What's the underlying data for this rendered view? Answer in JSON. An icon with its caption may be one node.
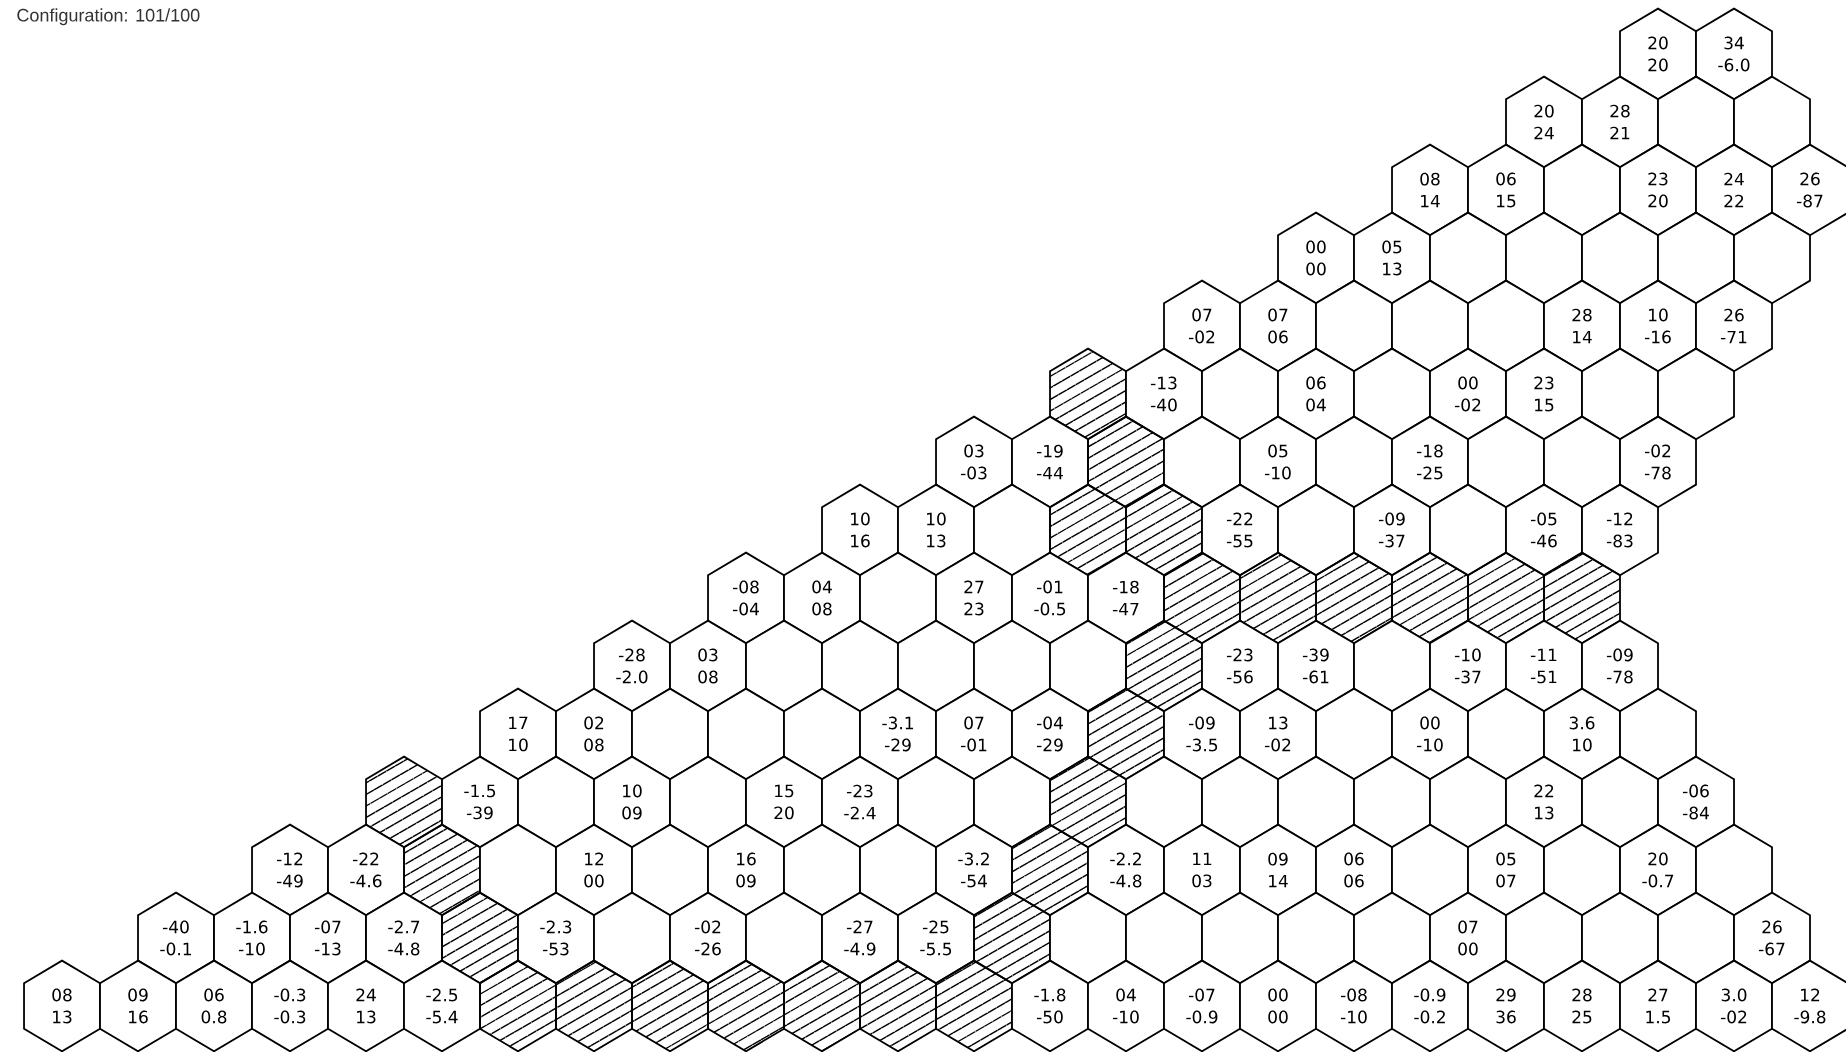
{
  "diagram": {
    "title": "Configuration: 101/100",
    "nodes": [
      {
        "text": [
          "20",
          "20"
        ]
      },
      {
        "text": [
          "34",
          "-6.0"
        ]
      },
      {
        "text": [
          "20",
          "24"
        ]
      },
      {
        "text": [
          "28",
          "21"
        ]
      },
      {
        "text": [],
        "shape": "hexagon"
      },
      {
        "text": [],
        "shape": "hexagon"
      },
      {
        "text": [
          "08",
          "14"
        ]
      },
      {
        "text": [
          "06",
          "15"
        ]
      },
      {
        "text": [],
        "shape": "hexagon"
      },
      {
        "text": [
          "23",
          "20"
        ]
      },
      {
        "text": [
          "24",
          "22"
        ]
      },
      {
        "text": [
          "26",
          "-87"
        ]
      },
      {
        "text": [
          "00",
          "00"
        ]
      },
      {
        "text": [
          "05",
          "13"
        ]
      },
      {
        "text": [],
        "shape": "hexagon"
      },
      {
        "text": [],
        "shape": "hexagon"
      },
      {
        "text": [],
        "shape": "hexagon"
      },
      {
        "text": [],
        "shape": "hexagon"
      },
      {
        "text": [],
        "shape": "hexagon"
      },
      {
        "text": [
          "07",
          "-02"
        ]
      },
      {
        "text": [
          "07",
          "06"
        ]
      },
      {
        "text": [],
        "shape": "hexagon"
      },
      {
        "text": [],
        "shape": "hexagon"
      },
      {
        "text": [],
        "shape": "hexagon"
      },
      {
        "text": [
          "28",
          "14"
        ]
      },
      {
        "text": [
          "10",
          "-16"
        ]
      },
      {
        "text": [
          "26",
          "-71"
        ]
      },
      {
        "text": [],
        "shape": "hatched"
      },
      {
        "text": [
          "-13",
          "-40"
        ]
      },
      {
        "text": [],
        "shape": "hexagon"
      },
      {
        "text": [
          "06",
          "04"
        ]
      },
      {
        "text": [],
        "shape": "hexagon"
      },
      {
        "text": [
          "00",
          "-02"
        ]
      },
      {
        "text": [
          "23",
          "15"
        ]
      },
      {
        "text": [],
        "shape": "hexagon"
      },
      {
        "text": [],
        "shape": "hexagon"
      },
      {
        "text": [
          "03",
          "-03"
        ]
      },
      {
        "text": [
          "-19",
          "-44"
        ]
      },
      {
        "text": [],
        "shape": "hatched"
      },
      {
        "text": [],
        "shape": "hexagon"
      },
      {
        "text": [
          "05",
          "-10"
        ]
      },
      {
        "text": [],
        "shape": "hexagon"
      },
      {
        "text": [
          "-18",
          "-25"
        ]
      },
      {
        "text": [],
        "shape": "hexagon"
      },
      {
        "text": [],
        "shape": "hexagon"
      },
      {
        "text": [
          "-02",
          "-78"
        ]
      },
      {
        "text": [
          "10",
          "16"
        ]
      },
      {
        "text": [
          "10",
          "13"
        ]
      },
      {
        "text": [],
        "shape": "hexagon"
      },
      {
        "text": [],
        "shape": "hatched"
      },
      {
        "text": [],
        "shape": "hatched"
      },
      {
        "text": [
          "-22",
          "-55"
        ]
      },
      {
        "text": [],
        "shape": "hexagon"
      },
      {
        "text": [
          "-09",
          "-37"
        ]
      },
      {
        "text": [],
        "shape": "hexagon"
      },
      {
        "text": [
          "-05",
          "-46"
        ]
      },
      {
        "text": [
          "-12",
          "-83"
        ]
      },
      {
        "text": [
          "-08",
          "-04"
        ]
      },
      {
        "text": [
          "04",
          "08"
        ]
      },
      {
        "text": [],
        "shape": "hexagon"
      },
      {
        "text": [
          "27",
          "23"
        ]
      },
      {
        "text": [
          "-01",
          "-0.5"
        ]
      },
      {
        "text": [
          "-18",
          "-47"
        ]
      },
      {
        "text": [],
        "shape": "hatched"
      },
      {
        "text": [],
        "shape": "hatched"
      },
      {
        "text": [],
        "shape": "hatched"
      },
      {
        "text": [],
        "shape": "hatched"
      },
      {
        "text": [],
        "shape": "hatched"
      },
      {
        "text": [],
        "shape": "hatched"
      },
      {
        "text": [
          "-28",
          "-2.0"
        ]
      },
      {
        "text": [
          "03",
          "08"
        ]
      },
      {
        "text": [],
        "shape": "hexagon"
      },
      {
        "text": [],
        "shape": "hexagon"
      },
      {
        "text": [],
        "shape": "hexagon"
      },
      {
        "text": [],
        "shape": "hexagon"
      },
      {
        "text": [],
        "shape": "hexagon"
      },
      {
        "text": [],
        "shape": "hatched"
      },
      {
        "text": [
          "-23",
          "-56"
        ]
      },
      {
        "text": [
          "-39",
          "-61"
        ]
      },
      {
        "text": [],
        "shape": "hexagon"
      },
      {
        "text": [
          "-10",
          "-37"
        ]
      },
      {
        "text": [
          "-11",
          "-51"
        ]
      },
      {
        "text": [
          "-09",
          "-78"
        ]
      },
      {
        "text": [
          "17",
          "10"
        ]
      },
      {
        "text": [
          "02",
          "08"
        ]
      },
      {
        "text": [],
        "shape": "hexagon"
      },
      {
        "text": [],
        "shape": "hexagon"
      },
      {
        "text": [],
        "shape": "hexagon"
      },
      {
        "text": [
          "-3.1",
          "-29"
        ]
      },
      {
        "text": [
          "07",
          "-01"
        ]
      },
      {
        "text": [
          "-04",
          "-29"
        ]
      },
      {
        "text": [],
        "shape": "hatched"
      },
      {
        "text": [
          "-09",
          "-3.5"
        ]
      },
      {
        "text": [
          "13",
          "-02"
        ]
      },
      {
        "text": [],
        "shape": "hexagon"
      },
      {
        "text": [
          "00",
          "-10"
        ]
      },
      {
        "text": [],
        "shape": "hexagon"
      },
      {
        "text": [
          "3.6",
          "10"
        ]
      },
      {
        "text": [],
        "shape": "hexagon"
      },
      {
        "text": [],
        "shape": "hatched"
      },
      {
        "text": [
          "-1.5",
          "-39"
        ]
      },
      {
        "text": [],
        "shape": "hexagon"
      },
      {
        "text": [
          "10",
          "09"
        ]
      },
      {
        "text": [],
        "shape": "hexagon"
      },
      {
        "text": [
          "15",
          "20"
        ]
      },
      {
        "text": [
          "-23",
          "-2.4"
        ]
      },
      {
        "text": [],
        "shape": "hexagon"
      },
      {
        "text": [],
        "shape": "hexagon"
      },
      {
        "text": [],
        "shape": "hatched"
      },
      {
        "text": [],
        "shape": "hexagon"
      },
      {
        "text": [],
        "shape": "hexagon"
      },
      {
        "text": [],
        "shape": "hexagon"
      },
      {
        "text": [],
        "shape": "hexagon"
      },
      {
        "text": [],
        "shape": "hexagon"
      },
      {
        "text": [
          "22",
          "13"
        ]
      },
      {
        "text": [],
        "shape": "hexagon"
      },
      {
        "text": [
          "-06",
          "-84"
        ]
      },
      {
        "text": [
          "-12",
          "-49"
        ]
      },
      {
        "text": [
          "-22",
          "-4.6"
        ]
      },
      {
        "text": [],
        "shape": "hatched"
      },
      {
        "text": [],
        "shape": "hexagon"
      },
      {
        "text": [
          "12",
          "00"
        ]
      },
      {
        "text": [],
        "shape": "hexagon"
      },
      {
        "text": [
          "16",
          "09"
        ]
      },
      {
        "text": [],
        "shape": "hexagon"
      },
      {
        "text": [],
        "shape": "hexagon"
      },
      {
        "text": [
          "-3.2",
          "-54"
        ]
      },
      {
        "text": [],
        "shape": "hatched"
      },
      {
        "text": [
          "-2.2",
          "-4.8"
        ]
      },
      {
        "text": [
          "11",
          "03"
        ]
      },
      {
        "text": [
          "09",
          "14"
        ]
      },
      {
        "text": [
          "06",
          "06"
        ]
      },
      {
        "text": [],
        "shape": "hexagon"
      },
      {
        "text": [
          "05",
          "07"
        ]
      },
      {
        "text": [],
        "shape": "hexagon"
      },
      {
        "text": [
          "20",
          "-0.7"
        ]
      },
      {
        "text": [],
        "shape": "hexagon"
      },
      {
        "text": [
          "-40",
          "-0.1"
        ]
      },
      {
        "text": [
          "-1.6",
          "-10"
        ]
      },
      {
        "text": [
          "-07",
          "-13"
        ]
      },
      {
        "text": [
          "-2.7",
          "-4.8"
        ]
      },
      {
        "text": [],
        "shape": "hatched"
      },
      {
        "text": [
          "-2.3",
          "-53"
        ]
      },
      {
        "text": [],
        "shape": "hexagon"
      },
      {
        "text": [
          "-02",
          "-26"
        ]
      },
      {
        "text": [],
        "shape": "hexagon"
      },
      {
        "text": [
          "-27",
          "-4.9"
        ]
      },
      {
        "text": [
          "-25",
          "-5.5"
        ]
      },
      {
        "text": [],
        "shape": "hatched"
      },
      {
        "text": [],
        "shape": "hexagon"
      },
      {
        "text": [],
        "shape": "hexagon"
      },
      {
        "text": [],
        "shape": "hexagon"
      },
      {
        "text": [],
        "shape": "hexagon"
      },
      {
        "text": [],
        "shape": "hexagon"
      },
      {
        "text": [
          "07",
          "00"
        ]
      },
      {
        "text": [],
        "shape": "hexagon"
      },
      {
        "text": [],
        "shape": "hexagon"
      },
      {
        "text": [],
        "shape": "hexagon"
      },
      {
        "text": [
          "26",
          "-67"
        ]
      },
      {
        "text": [
          "08",
          "13"
        ]
      },
      {
        "text": [
          "09",
          "16"
        ]
      },
      {
        "text": [
          "06",
          "0.8"
        ]
      },
      {
        "text": [
          "-0.3",
          "-0.3"
        ]
      },
      {
        "text": [
          "24",
          "13"
        ]
      },
      {
        "text": [
          "-2.5",
          "-5.4"
        ]
      },
      {
        "text": [],
        "shape": "hatched"
      },
      {
        "text": [],
        "shape": "hatched"
      },
      {
        "text": [],
        "shape": "hatched"
      },
      {
        "text": [],
        "shape": "hatched"
      },
      {
        "text": [],
        "shape": "hatched"
      },
      {
        "text": [],
        "shape": "hatched"
      },
      {
        "text": [],
        "shape": "hatched"
      },
      {
        "text": [
          "-1.8",
          "-50"
        ]
      },
      {
        "text": [
          "04",
          "-10"
        ]
      },
      {
        "text": [
          "-07",
          "-0.9"
        ]
      },
      {
        "text": [
          "00",
          "00"
        ]
      },
      {
        "text": [
          "-08",
          "-10"
        ]
      },
      {
        "text": [
          "-0.9",
          "-0.2"
        ]
      },
      {
        "text": [
          "29",
          "36"
        ]
      },
      {
        "text": [
          "28",
          "25"
        ]
      },
      {
        "text": [
          "27",
          "1.5"
        ]
      },
      {
        "text": [
          "3.0",
          "-02"
        ]
      },
      {
        "text": [
          "12",
          "-9.8"
        ]
      }
    ]
  }
}
